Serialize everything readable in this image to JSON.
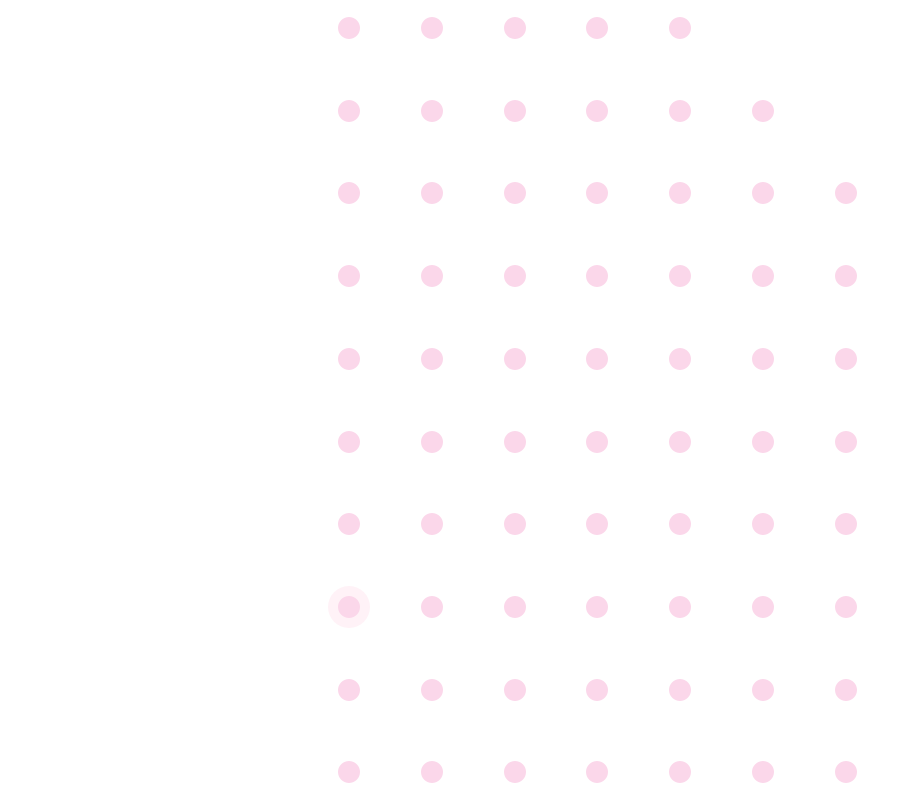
{
  "dot_grid": {
    "dot_color": "#fbd7ea",
    "highlight_color": "#fff2f7",
    "rows": [
      {
        "dots": 5
      },
      {
        "dots": 6
      },
      {
        "dots": 7
      },
      {
        "dots": 7
      },
      {
        "dots": 7
      },
      {
        "dots": 7
      },
      {
        "dots": 7
      },
      {
        "dots": 7,
        "highlighted_index": 0
      },
      {
        "dots": 7
      },
      {
        "dots": 7
      }
    ]
  }
}
